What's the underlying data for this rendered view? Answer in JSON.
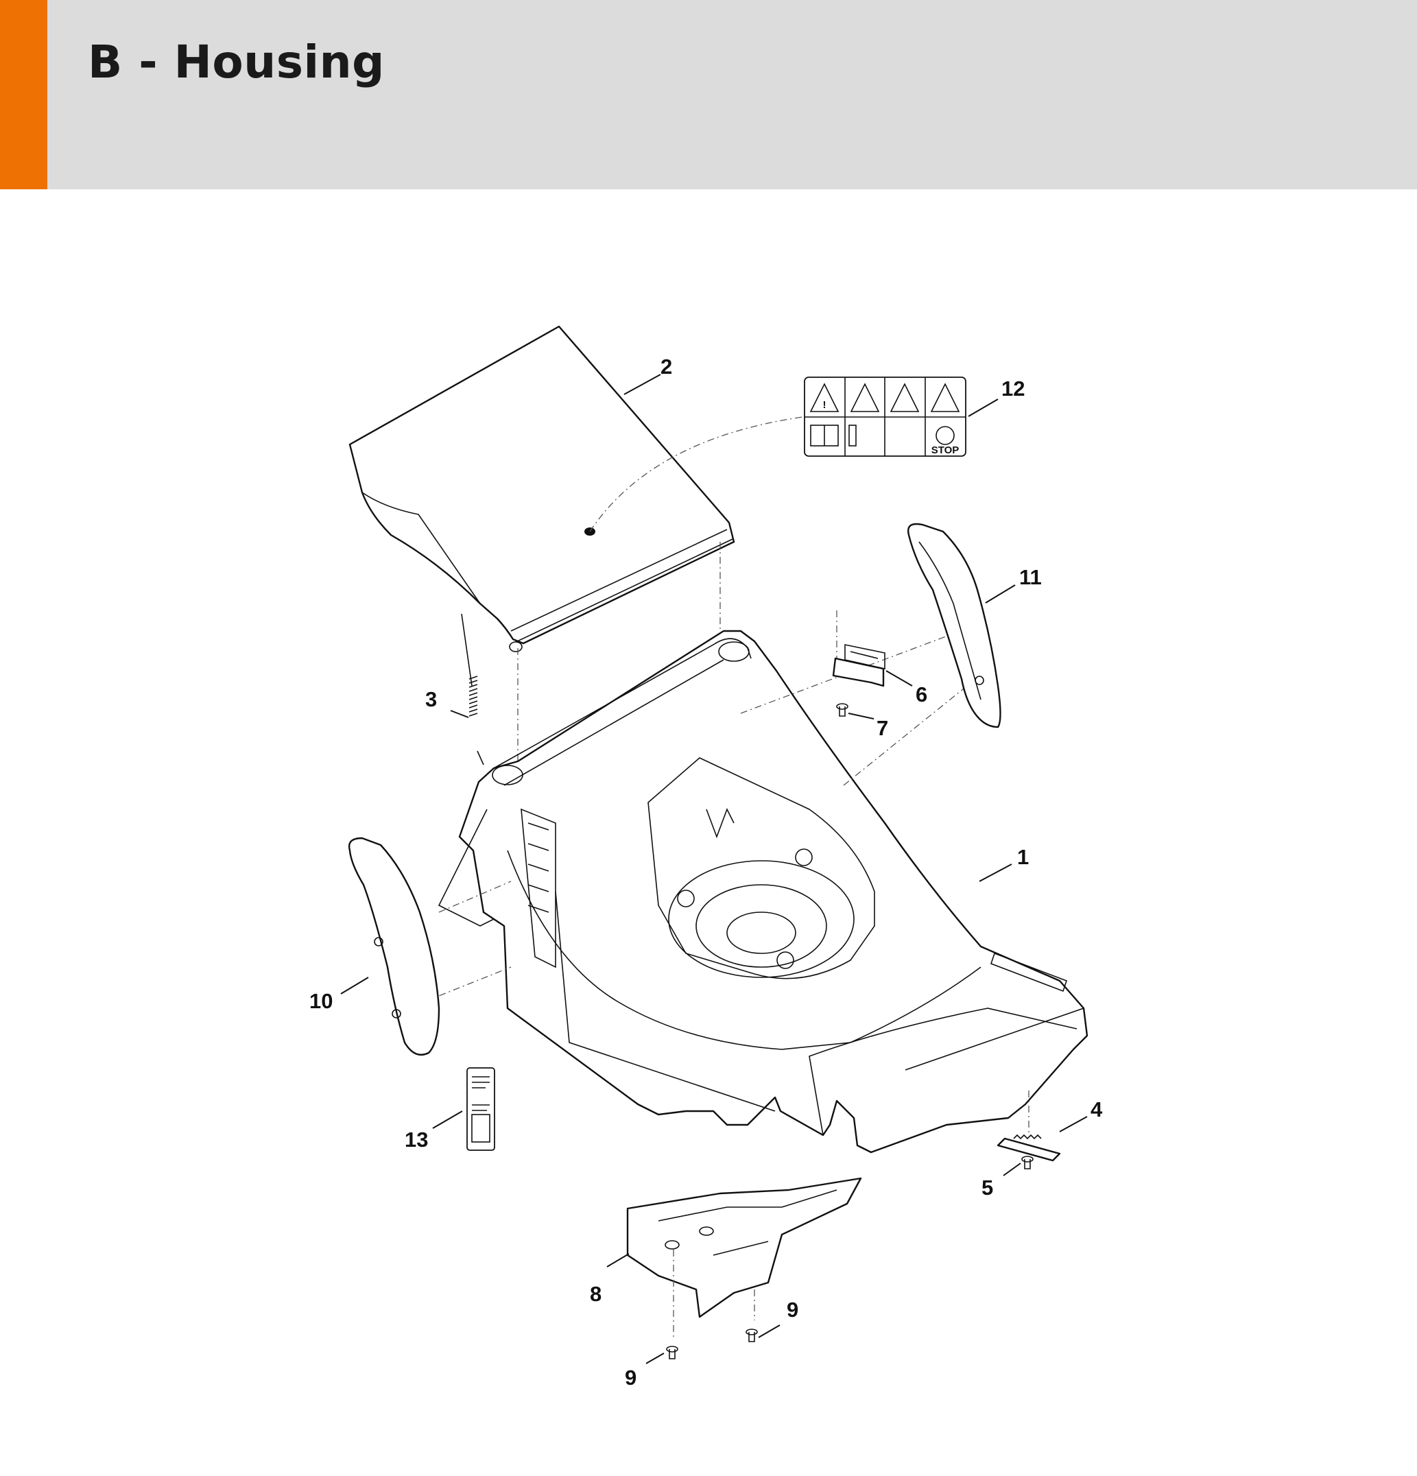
{
  "header": {
    "title": "B - Housing",
    "accent_color": "#ee7203",
    "background_color": "#dcdcdc"
  },
  "diagram": {
    "callouts": [
      "1",
      "2",
      "3",
      "4",
      "5",
      "6",
      "7",
      "8",
      "9",
      "9",
      "10",
      "11",
      "12",
      "13"
    ],
    "warning_label": {
      "stop_text": "STOP"
    }
  }
}
